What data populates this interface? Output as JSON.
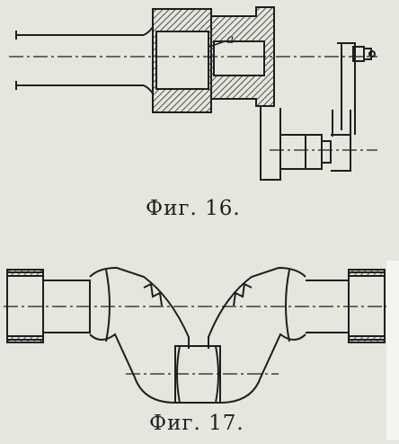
{
  "figures": [
    {
      "id": "fig16",
      "caption": "Фиг. 16.",
      "labels": {
        "a": "a"
      }
    },
    {
      "id": "fig17",
      "caption": "Фиг. 17."
    }
  ],
  "colors": {
    "ink": "#1e1e1e",
    "paper": "#e6e5de"
  }
}
